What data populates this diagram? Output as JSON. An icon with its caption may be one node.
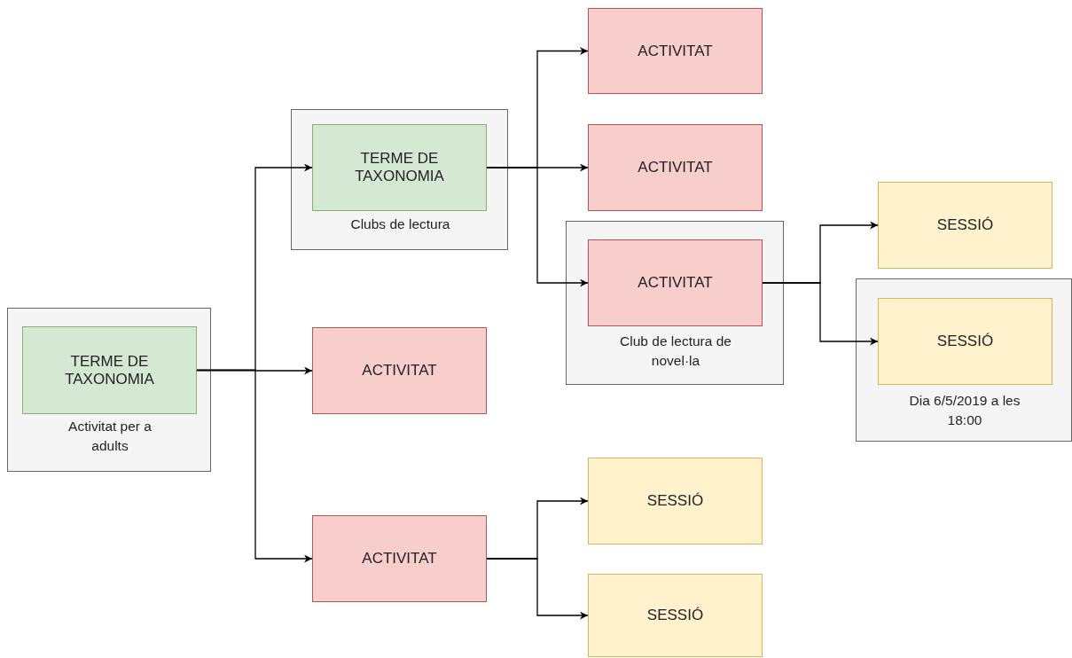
{
  "diagram": {
    "nodes": [
      {
        "text": [
          "Activitat per a adults"
        ]
      },
      {
        "text": [
          "TERME DE TAXONOMIA"
        ],
        "in": 0
      },
      {
        "text": [
          "Clubs de lectura"
        ]
      },
      {
        "text": [
          "TERME DE TAXONOMIA"
        ],
        "in": 2
      },
      {
        "text": [
          "ACTIVITAT"
        ]
      },
      {
        "text": [
          "ACTIVITAT"
        ]
      },
      {
        "text": [
          "ACTIVITAT"
        ]
      },
      {
        "text": [
          "ACTIVITAT"
        ]
      },
      {
        "text": [
          "Club de lectura de novel·la"
        ]
      },
      {
        "text": [
          "ACTIVITAT"
        ],
        "in": 8
      },
      {
        "text": [
          "SESSIÓ"
        ]
      },
      {
        "text": [
          "Dia 6/5/2019 a les 18:00"
        ]
      },
      {
        "text": [
          "SESSIÓ"
        ],
        "in": 11
      },
      {
        "text": [
          "SESSIÓ"
        ]
      },
      {
        "text": [
          "SESSIÓ"
        ]
      }
    ],
    "edges": [
      {
        "from": 1,
        "to": 3,
        "arrow": "to"
      },
      {
        "from": 1,
        "to": 4,
        "arrow": "to"
      },
      {
        "from": 1,
        "to": 5,
        "arrow": "to"
      },
      {
        "from": 3,
        "to": 6,
        "arrow": "to"
      },
      {
        "from": 3,
        "to": 7,
        "arrow": "to"
      },
      {
        "from": 3,
        "to": 9,
        "arrow": "to"
      },
      {
        "from": 9,
        "to": 10,
        "arrow": "to"
      },
      {
        "from": 9,
        "to": 12,
        "arrow": "to"
      },
      {
        "from": 5,
        "to": 13,
        "arrow": "to"
      },
      {
        "from": 5,
        "to": 14,
        "arrow": "to"
      }
    ]
  }
}
